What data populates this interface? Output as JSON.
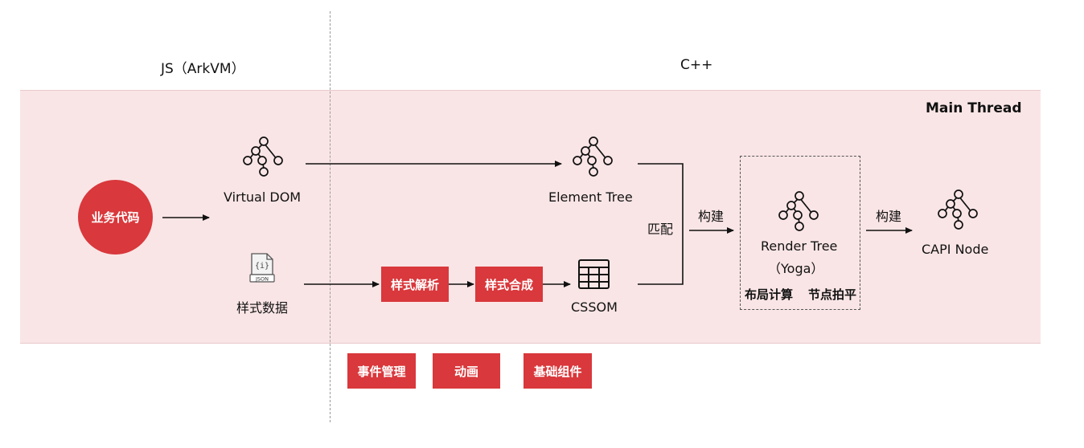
{
  "headers": {
    "js_runtime": "JS（ArkVM）",
    "cpp": "C++",
    "main_thread": "Main Thread"
  },
  "nodes": {
    "business_code": "业务代码",
    "virtual_dom": "Virtual DOM",
    "style_data": "样式数据",
    "style_parse": "样式解析",
    "style_compose": "样式合成",
    "cssom": "CSSOM",
    "element_tree": "Element Tree",
    "match": "匹配",
    "build_1": "构建",
    "render_tree": "Render Tree",
    "yoga": "（Yoga）",
    "layout_calc": "布局计算",
    "node_flatten": "节点拍平",
    "build_2": "构建",
    "capi_node": "CAPI Node",
    "json_tag": "JSON"
  },
  "modules": [
    "事件管理",
    "动画",
    "基础组件"
  ],
  "colors": {
    "accent": "#d9383c",
    "band": "#fae5e6"
  },
  "icons": [
    "tree-icon",
    "json-file-icon",
    "table-icon",
    "arrow-icon"
  ]
}
